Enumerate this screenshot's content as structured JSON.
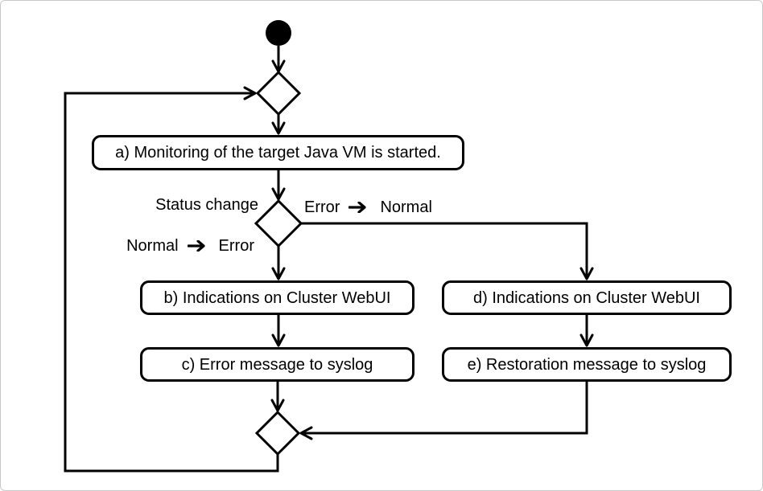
{
  "page": {
    "background": "#ffffff",
    "frame_border": "#c9c9c9"
  },
  "diagram": {
    "type": "uml-activity-flowchart",
    "stroke_color": "#000000",
    "node_fill": "#ffffff",
    "nodes": {
      "a": {
        "label": "a) Monitoring of the target Java VM is started."
      },
      "b": {
        "label": "b) Indications on Cluster WebUI"
      },
      "c": {
        "label": "c) Error message to syslog"
      },
      "d": {
        "label": "d) Indications on Cluster WebUI"
      },
      "e": {
        "label": "e) Restoration message to syslog"
      }
    },
    "edge_labels": {
      "decision_condition": "Status change",
      "normal_to_error": {
        "from": "Normal",
        "to": "Error"
      },
      "error_to_normal": {
        "from": "Error",
        "to": "Normal"
      }
    }
  }
}
